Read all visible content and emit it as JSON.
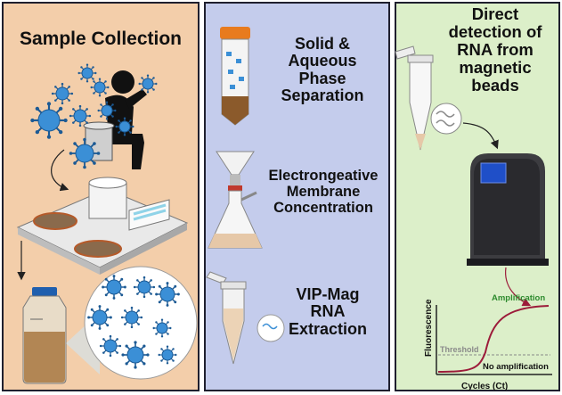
{
  "panels": [
    {
      "id": "sample-collection",
      "title": "Sample Collection"
    },
    {
      "id": "concentration-methods",
      "steps": [
        {
          "label": "Solid &\nAqueous\nPhase\nSeparation"
        },
        {
          "label": "Electrongeative\nMembrane\nConcentration"
        },
        {
          "label": "VIP-Mag\nRNA\nExtraction"
        }
      ]
    },
    {
      "id": "detection",
      "title": "Direct\ndetection of\nRNA from\nmagnetic\nbeads"
    }
  ],
  "qpcr_plot": {
    "ylabel": "Fluorescence",
    "xlabel": "Cycles (Ct)",
    "threshold_label": "Threshold",
    "amplification_label": "Amplification",
    "no_amplification_label": "No amplification",
    "amplification_color": "#2e8b2e"
  },
  "colors": {
    "panel1_bg": "#f3ceaa",
    "panel2_bg": "#c4ccec",
    "panel3_bg": "#dcefc9",
    "virus_blue": "#3b8fd6",
    "curve_color": "#9c1b3a"
  },
  "icons": [
    "virus-icon",
    "sick-person-icon",
    "wastewater-plant-icon",
    "sample-bottle-icon",
    "conical-tube-icon",
    "filter-flask-icon",
    "microtube-icon",
    "qpcr-machine-icon",
    "magnetic-bead-icon"
  ]
}
